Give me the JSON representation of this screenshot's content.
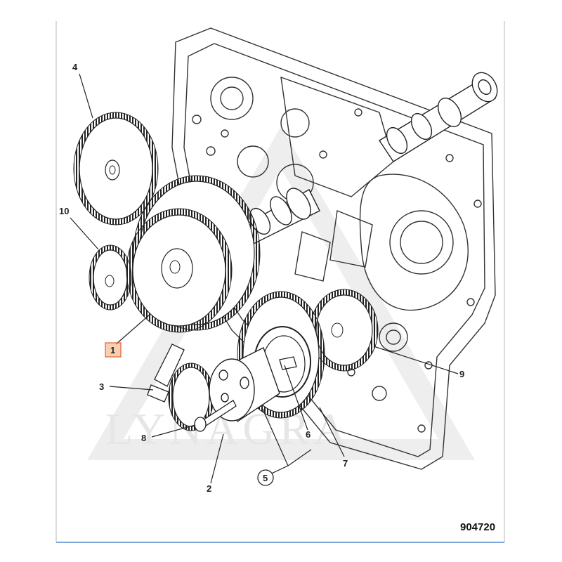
{
  "diagram": {
    "figure_number": "904720",
    "watermark": "LYNAGRA",
    "highlight_color": "#f4a06a",
    "highlight_border": "#e0602a",
    "callouts": [
      {
        "label": "1",
        "highlighted": true
      },
      {
        "label": "2"
      },
      {
        "label": "3"
      },
      {
        "label": "4"
      },
      {
        "label": "5"
      },
      {
        "label": "6"
      },
      {
        "label": "7"
      },
      {
        "label": "8"
      },
      {
        "label": "9"
      },
      {
        "label": "10"
      }
    ]
  }
}
